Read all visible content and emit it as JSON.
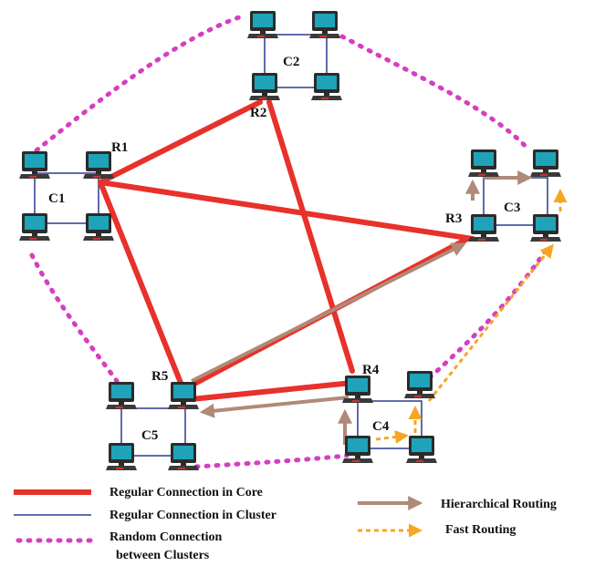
{
  "clusters": [
    {
      "id": "C1",
      "label": "C1",
      "router": "R1"
    },
    {
      "id": "C2",
      "label": "C2",
      "router": "R2"
    },
    {
      "id": "C3",
      "label": "C3",
      "router": "R3"
    },
    {
      "id": "C4",
      "label": "C4",
      "router": "R4"
    },
    {
      "id": "C5",
      "label": "C5",
      "router": "R5"
    }
  ],
  "routers": [
    {
      "id": "R1",
      "label": "R1"
    },
    {
      "id": "R2",
      "label": "R2"
    },
    {
      "id": "R3",
      "label": "R3"
    },
    {
      "id": "R4",
      "label": "R4"
    },
    {
      "id": "R5",
      "label": "R5"
    }
  ],
  "core_connections": [
    [
      "R1",
      "R2"
    ],
    [
      "R1",
      "R3"
    ],
    [
      "R1",
      "R5"
    ],
    [
      "R2",
      "R4"
    ],
    [
      "R3",
      "R5"
    ],
    [
      "R4",
      "R5"
    ]
  ],
  "random_connections": [
    [
      "C1",
      "C2"
    ],
    [
      "C2",
      "C3"
    ],
    [
      "C1",
      "C5"
    ],
    [
      "C3",
      "C4"
    ],
    [
      "C5",
      "C4"
    ]
  ],
  "hierarchical_route": [
    "C4",
    "R4",
    "R5",
    "R3",
    "C3"
  ],
  "fast_route": [
    "C4",
    "C3"
  ],
  "legend": {
    "core": "Regular Connection in Core",
    "cluster": "Regular Connection in Cluster",
    "random_line1": "Random Connection",
    "random_line2": "between Clusters",
    "hierarchical": "Hierarchical Routing",
    "fast": "Fast Routing"
  },
  "colors": {
    "core": "#e8312a",
    "cluster": "#2b3a8f",
    "random": "#d63ec0",
    "hierarchical": "#b08a78",
    "fast": "#f5a623",
    "screen": "#1fa3b8"
  }
}
